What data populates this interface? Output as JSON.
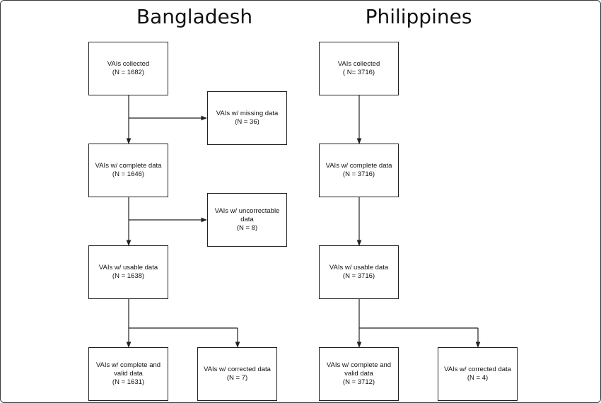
{
  "panels": {
    "bangladesh": {
      "title": "Bangladesh",
      "collected": {
        "label": "VAIs collected",
        "count": "(N = 1682)"
      },
      "missing": {
        "label": "VAIs w/ missing data",
        "count": "(N = 36)"
      },
      "complete": {
        "label": "VAIs w/ complete data",
        "count": "(N = 1646)"
      },
      "uncorrectable": {
        "label_line1": "VAIs w/ uncorrectable",
        "label_line2": "data",
        "count": "(N = 8)"
      },
      "usable": {
        "label": "VAIs w/ usable data",
        "count": "(N = 1638)"
      },
      "complete_valid": {
        "label_line1": "VAIs w/ complete and",
        "label_line2": "valid data",
        "count": "(N = 1631)"
      },
      "corrected": {
        "label": "VAIs w/ corrected data",
        "count": "(N = 7)"
      }
    },
    "philippines": {
      "title": "Philippines",
      "collected": {
        "label": "VAIs collected",
        "count": "( N= 3716)"
      },
      "complete": {
        "label": "VAIs w/ complete data",
        "count": "(N = 3716)"
      },
      "usable": {
        "label": "VAIs w/ usable data",
        "count": "(N = 3716)"
      },
      "complete_valid": {
        "label_line1": "VAIs w/ complete and",
        "label_line2": "valid data",
        "count": "(N = 3712)"
      },
      "corrected": {
        "label": "VAIs w/ corrected data",
        "count": "(N = 4)"
      }
    }
  }
}
